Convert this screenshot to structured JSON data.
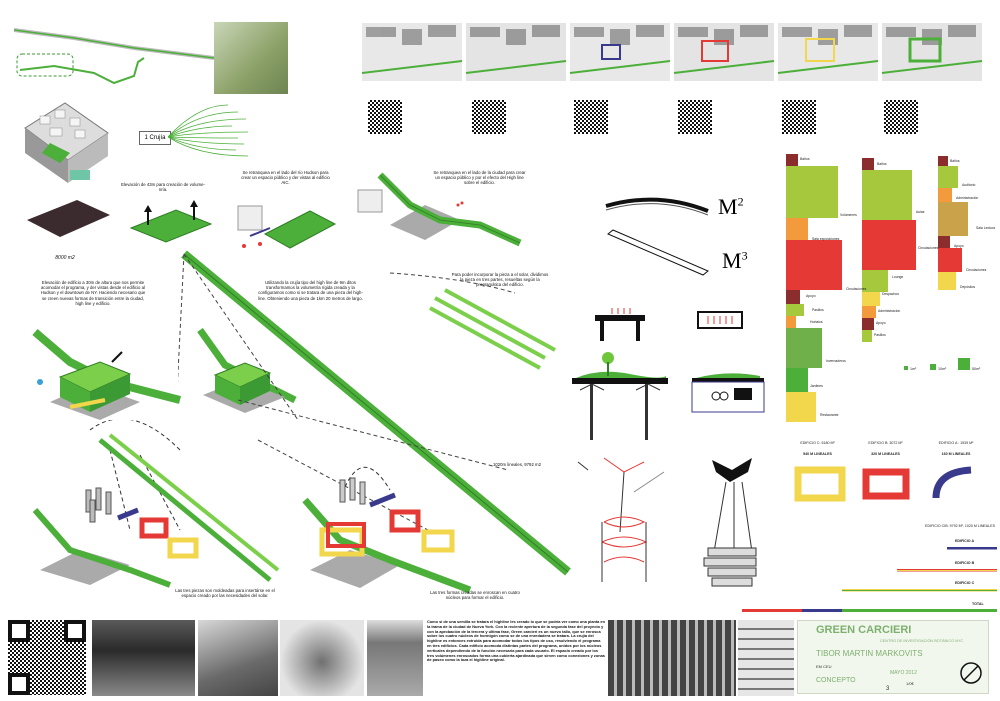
{
  "colors": {
    "green": "#4caf3a",
    "green_dark": "#2f7f25",
    "lime": "#a6c83c",
    "red": "#e53935",
    "darkred": "#8b2d2d",
    "orange": "#f39a3c",
    "yellow": "#f2d64b",
    "purple": "#3a3a8c",
    "grey": "#9a9a9a"
  },
  "diagram": {
    "hub_label": "1 Crujía",
    "area_label": "8000 m2",
    "note_1": "Elevación de 43m para creación de volume- nría.",
    "note_2": "Se retranquea en el lado del río Hudson para crear un espacio público y der vistas al edificio AIC.",
    "note_3": "Se retranquea en el lado de la ciudad para crear un espacio público y por el efecto del High line sobre el edificio.",
    "note_4": "Elevación de edificio a 30m de altura que nos permite acomodar el programa, y der vistas desde el edificio al Hudson y el downtown de NY. Haciendo necesario que se creen nuevas formas de transición entre la ciudad, high line y edificio.",
    "note_5": "Utilizando la crujía tipo del high line de 9m ditos transformamos la volumetría rígida creada y la configuramos como si se tratara de una pieza del high-line. Obteniendo una pieza de 1km 20 metros de largo.",
    "note_6": "Para poder incorporar la pieza a el solar, dividimos la pieza en tres partes, resueltas según la programática del edificio.",
    "length_label": "1020m lineales, 9792 m2",
    "caption_1": "Las tres piezas son moldeadas para insertárse en el espacio creado por las necesidades del solar.",
    "caption_2": "Las tres formas creadas se enroscan en cuatro núcleos para formar el edificio.",
    "m2": "M",
    "m3": "M",
    "exp2": "2",
    "exp3": "3"
  },
  "program": {
    "col1": [
      "Baños",
      "Volúmenes",
      "Sala exposiciones",
      "Circulaciones",
      "Apoyo",
      "Pasillos",
      "Hortalos",
      "Invernaderos",
      "Jardines",
      "Restaurante"
    ],
    "col2": [
      "Baños",
      "Aulas",
      "Circulaciones",
      "Lounge",
      "Despachos",
      "Administración",
      "Apoyo",
      "Pasillos"
    ],
    "col3": [
      "Baños",
      "Auditorio",
      "Administración",
      "Sala Lectura",
      "Apoyo",
      "Circulaciones",
      "Depósitos"
    ],
    "legend": [
      "1m²",
      "10m²",
      "50m²"
    ]
  },
  "buildings": {
    "c_label": "EDIFICIO C: 5180 M²",
    "c_lin": "540 M LINEALES",
    "b_label": "EDIFICIO B: 3072 M²",
    "b_lin": "320 M LINEALES",
    "a_label": "EDIFICIO A : 1539 M²",
    "a_lin": "160 M LINEALES",
    "total_label": "EDIFICIO CIB: 9792 M², 1020 M LINEALES",
    "rows": [
      "EDIFICIO A",
      "EDIFICIO B",
      "EDIFICIO C",
      "TOTAL"
    ]
  },
  "description": "Como si de una semilla se tratara el highline les creado lo que se podría ver como una planta en la trama de la ciudad de Nueva York. Con la reciente apertura de la segunda fase del proyecto y con la aprobación de la tercera y última fase, Green carcieri es un nuevo tallo, que se enrosca sobre los cuatro núcleos de hormigón como se de una enredadera se tratara. La crujía del highline es entonces extruida para acomodar todos los tipos de uso, resolviendo el programa en tres edificios. Cada edificio acomoda distintas partes del programa, unidos por los núcleos verticales dependiendo de la función necesaria para cada usuario. El espacio creado por los tres volúmenes enroscados forma una cubierta ajardinada que sirven como conexiones y zonas de paseo como la loza el highline original.",
  "title": {
    "main": "GREEN CARCIERI",
    "sub": "CENTRO DE INVESTIGACIÓN BOTÁNICO NYC",
    "author": "TIBOR MARTIN MARKOVITS",
    "course": "EM CEU",
    "date": "MAYO 2012",
    "phase": "CONCEPTO",
    "scale": "1/0€",
    "sheet": "3"
  }
}
